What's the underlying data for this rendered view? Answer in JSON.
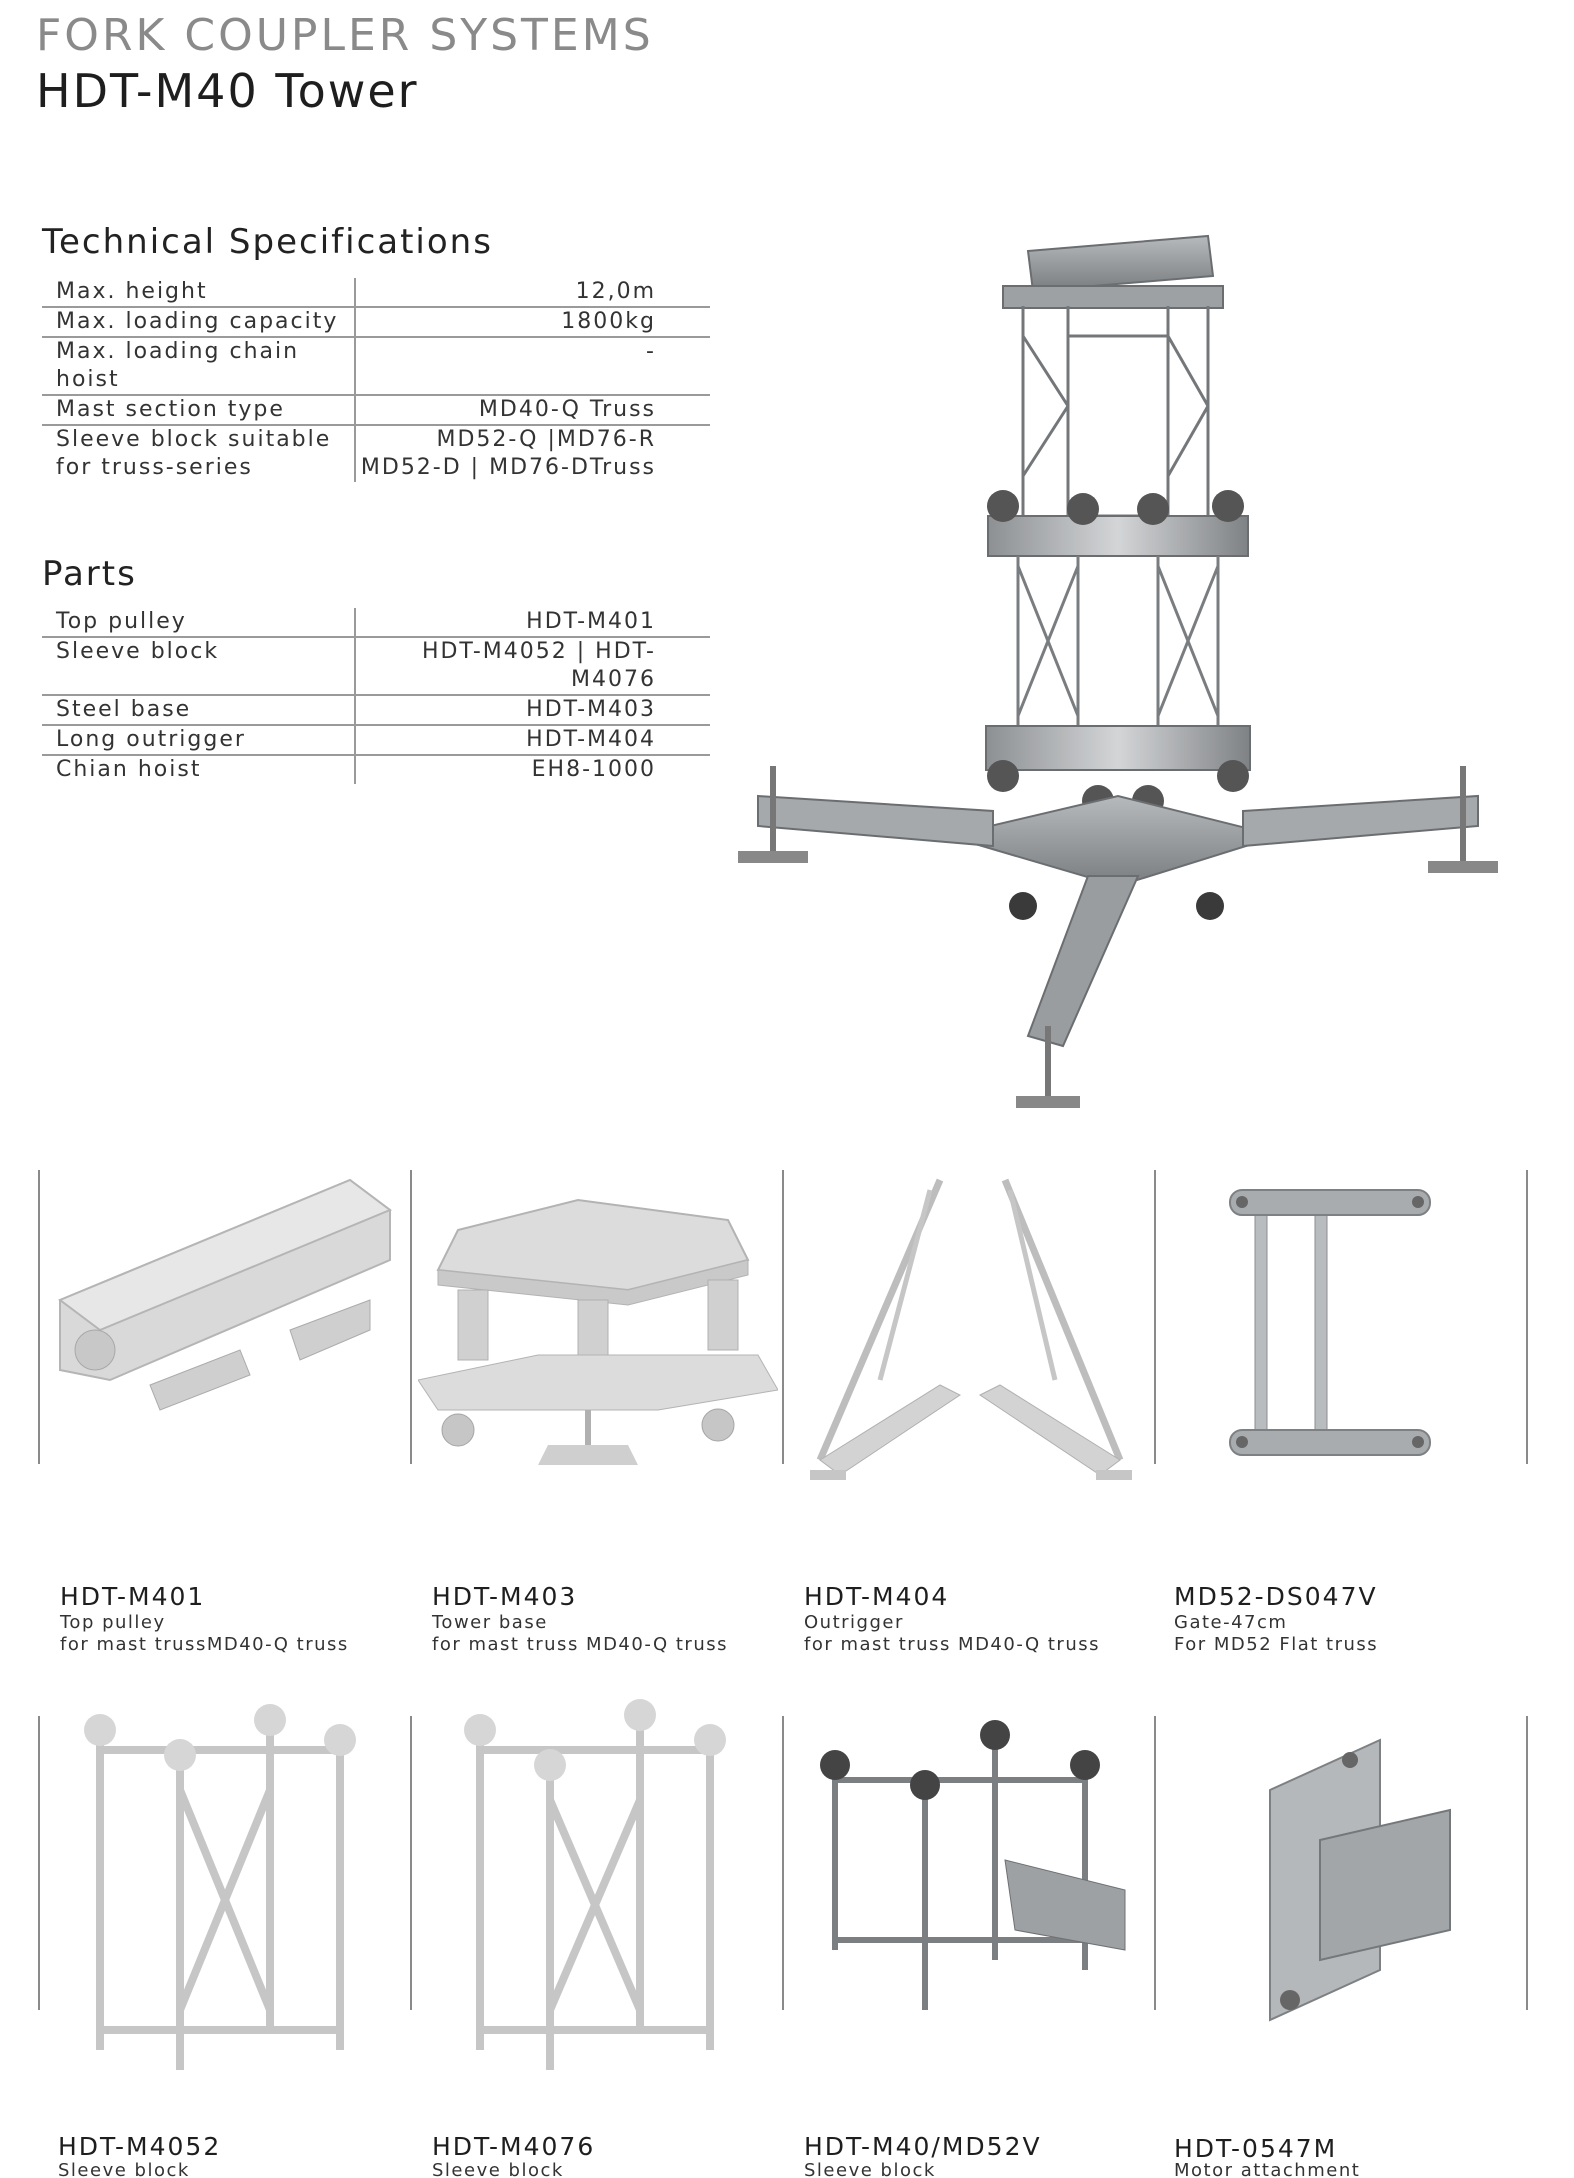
{
  "header": {
    "series": "FORK COUPLER SYSTEMS",
    "product": "HDT-M40 Tower"
  },
  "tech_specs": {
    "title": "Technical Specifications",
    "rows": [
      {
        "label": "Max. height",
        "value": "12,0m"
      },
      {
        "label": "Max. loading capacity",
        "value": "1800kg"
      },
      {
        "label": "Max. loading chain hoist",
        "value": "-"
      },
      {
        "label": "Mast section type",
        "value": "MD40-Q Truss"
      },
      {
        "label_line1": "Sleeve block suitable",
        "label_line2": "for truss-series",
        "value_line1": "MD52-Q |MD76-R",
        "value_line2": "MD52-D | MD76-DTruss"
      }
    ]
  },
  "parts": {
    "title": "Parts",
    "rows": [
      {
        "label": "Top pulley",
        "value": "HDT-M401"
      },
      {
        "label": "Sleeve block",
        "value": "HDT-M4052 | HDT-M4076"
      },
      {
        "label": "Steel base",
        "value": "HDT-M403"
      },
      {
        "label": "Long outrigger",
        "value": "HDT-M404"
      },
      {
        "label": "Chian hoist",
        "value": "EH8-1000"
      }
    ]
  },
  "products_row1": [
    {
      "code": "HDT-M401",
      "line1": "Top pulley",
      "line2": "for mast trussMD40-Q  truss"
    },
    {
      "code": "HDT-M403",
      "line1": "Tower base",
      "line2": "for mast truss MD40-Q truss"
    },
    {
      "code": "HDT-M404",
      "line1": "Outrigger",
      "line2": "for mast truss MD40-Q truss"
    },
    {
      "code": "MD52-DS047V",
      "line1": "Gate-47cm",
      "line2": "For MD52  Flat truss"
    }
  ],
  "products_row2": [
    {
      "code": "HDT-M4052",
      "line1": "Sleeve block"
    },
    {
      "code": "HDT-M4076",
      "line1": "Sleeve block"
    },
    {
      "code": "HDT-M40/MD52V",
      "line1": "Sleeve block"
    },
    {
      "code": "HDT-0547M",
      "line1": "Motor attachment"
    }
  ]
}
